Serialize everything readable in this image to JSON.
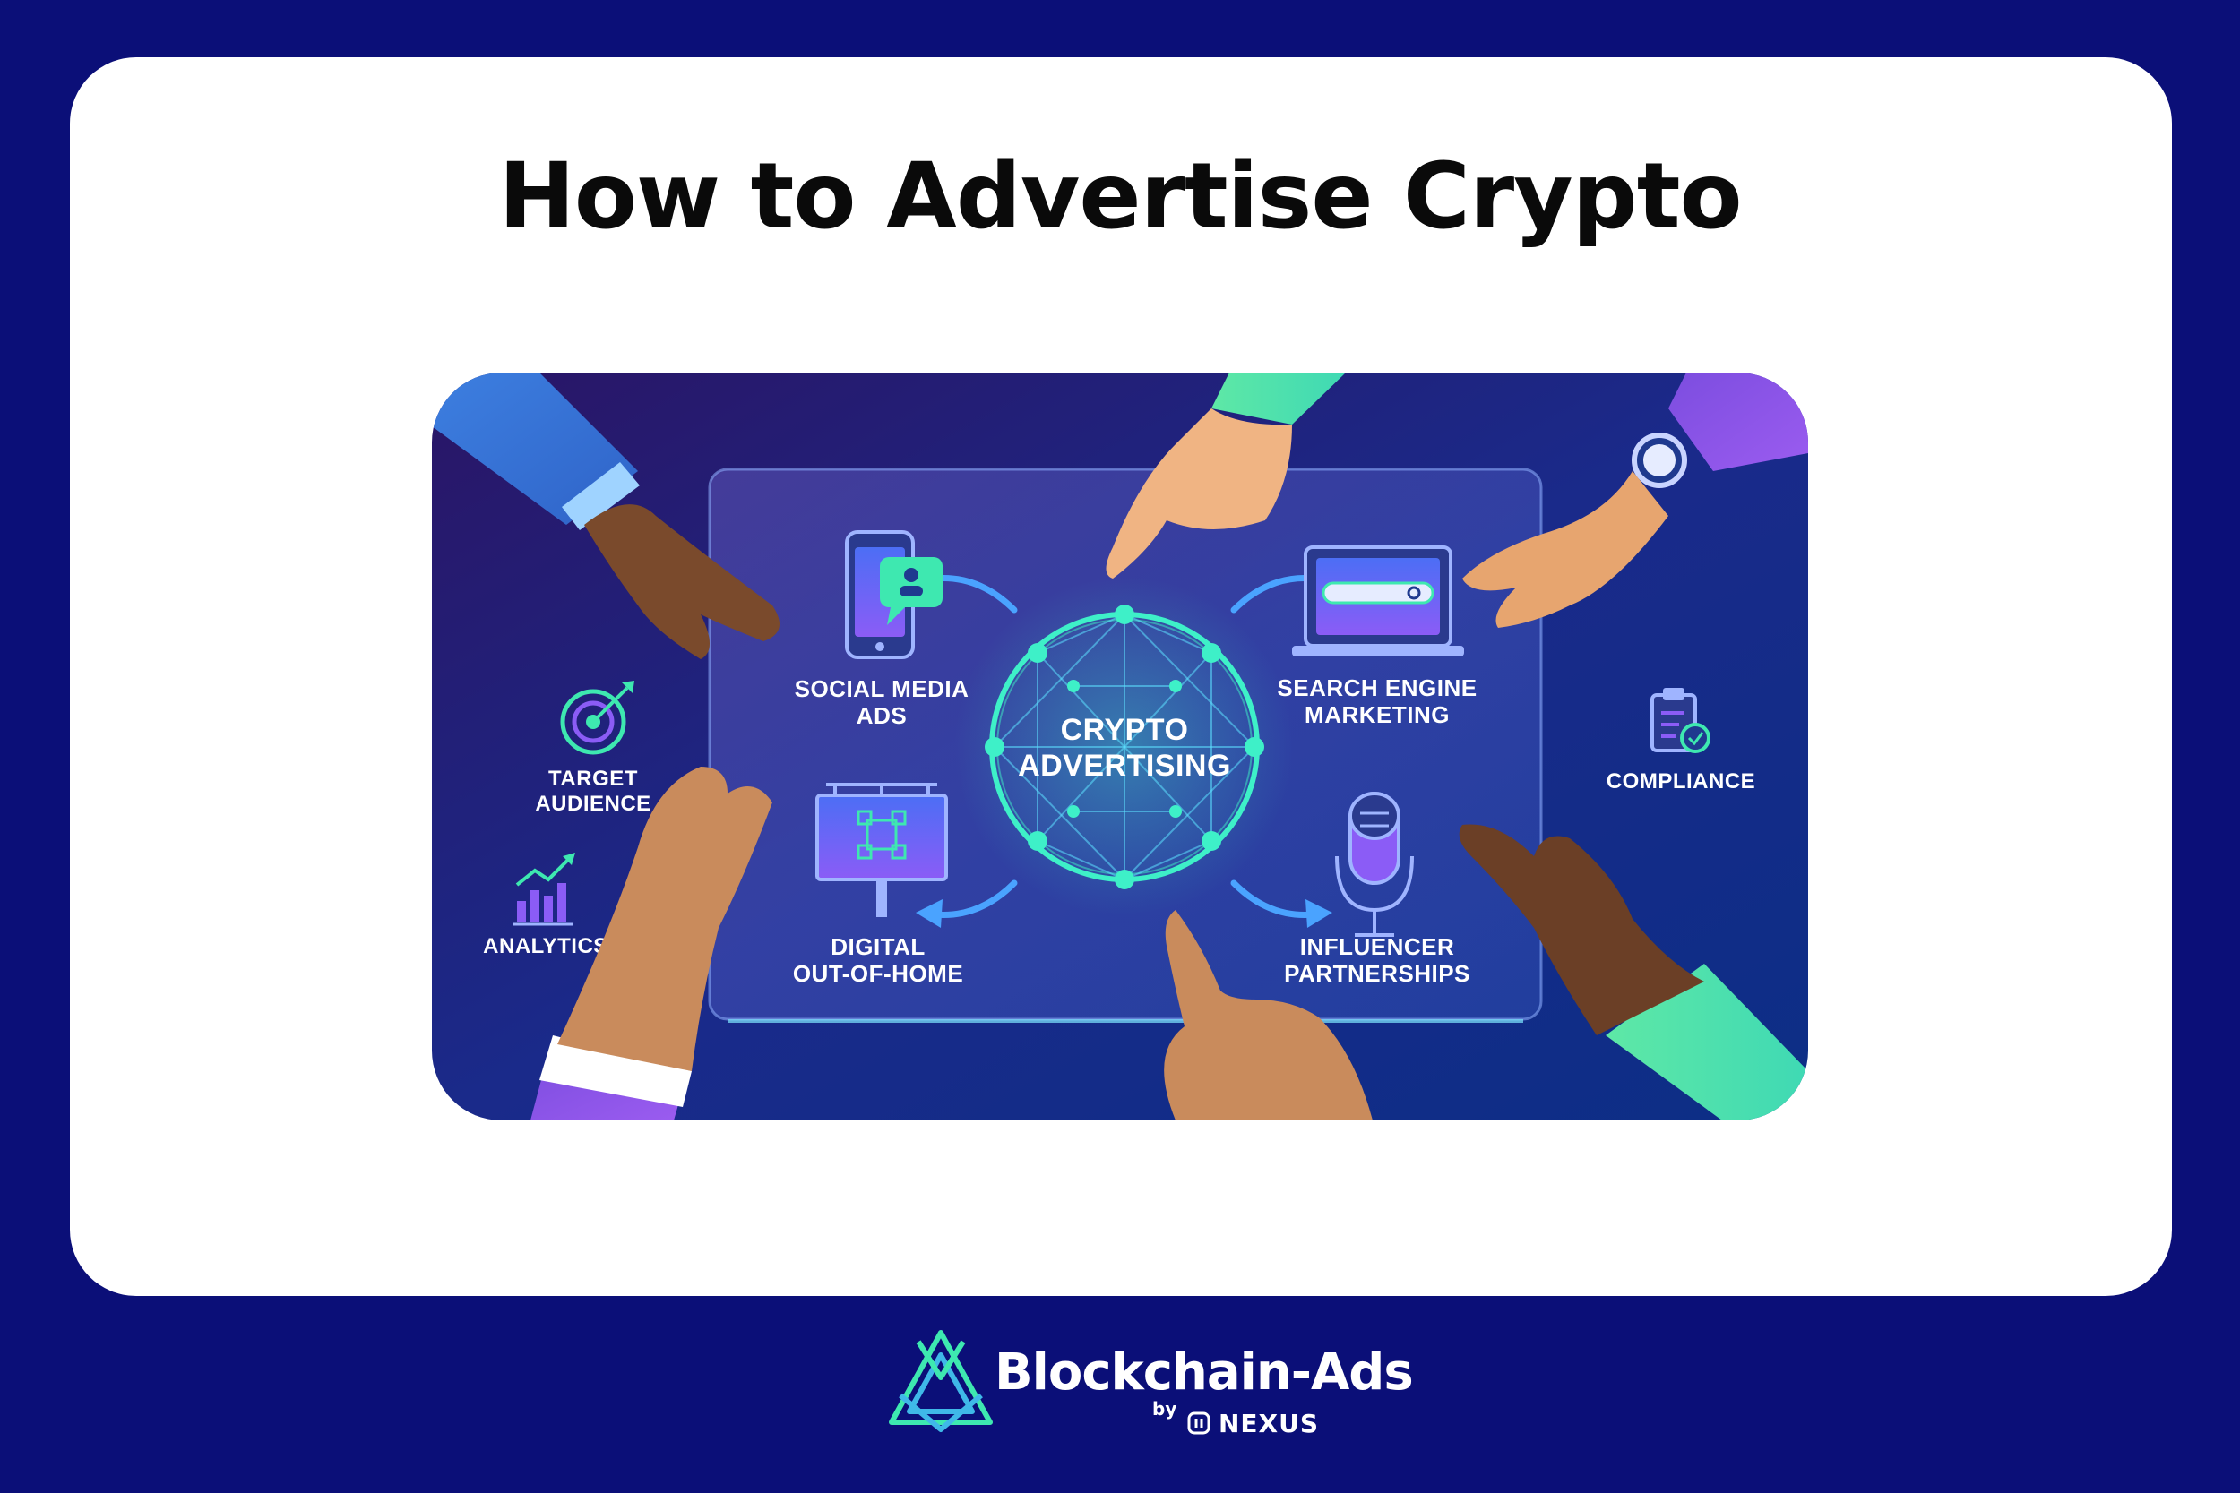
{
  "page": {
    "title": "How to Advertise Crypto"
  },
  "illustration": {
    "center_line1": "CRYPTO",
    "center_line2": "ADVERTISING",
    "items": [
      {
        "line1": "SOCIAL MEDIA",
        "line2": "ADS",
        "icon": "smartphone-chat-icon"
      },
      {
        "line1": "SEARCH ENGINE",
        "line2": "MARKETING",
        "icon": "laptop-search-icon"
      },
      {
        "line1": "DIGITAL",
        "line2": "OUT-OF-HOME",
        "icon": "billboard-icon"
      },
      {
        "line1": "INFLUENCER",
        "line2": "PARTNERSHIPS",
        "icon": "microphone-icon"
      }
    ],
    "side_items": [
      {
        "line1": "TARGET",
        "line2": "AUDIENCE",
        "icon": "target-icon"
      },
      {
        "line1": "ANALYTICS",
        "line2": "",
        "icon": "bar-chart-icon"
      },
      {
        "line1": "COMPLIANCE",
        "line2": "",
        "icon": "clipboard-check-icon"
      }
    ]
  },
  "footer": {
    "brand": "Blockchain-Ads",
    "by": "by",
    "partner": "NEXUS"
  },
  "colors": {
    "frame": "#0b0f78",
    "card": "#ffffff",
    "glow": "#3ef0c8",
    "accent_purple": "#8b5cf6",
    "accent_blue": "#3b82f6"
  }
}
